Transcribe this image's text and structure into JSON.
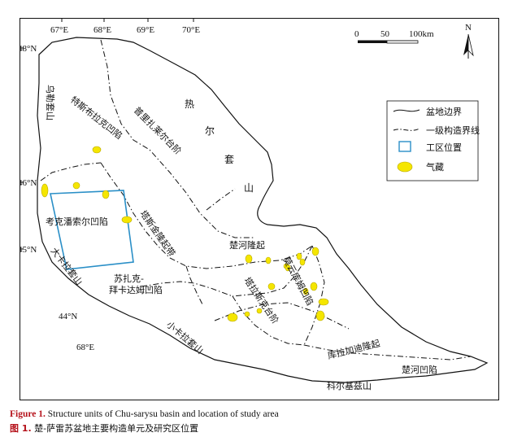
{
  "figure": {
    "caption_en_label": "Figure 1.",
    "caption_en_text": "Structure units of Chu-sarysu basin and location of study area",
    "caption_zh_label": "图 1.",
    "caption_zh_text": "楚-萨雷苏盆地主要构造单元及研究区位置"
  },
  "coords": {
    "lon_top": [
      "67°E",
      "68°E",
      "69°E",
      "70°E"
    ],
    "lon_bottom": "68°E",
    "lat": [
      "48°N",
      "46°N",
      "45°N",
      "44°N"
    ]
  },
  "north_arrow": "N",
  "scale_bar": {
    "t0": "0",
    "t1": "50",
    "t2": "100km"
  },
  "legend": {
    "items": [
      {
        "id": "basin-boundary",
        "label": "盆地边界"
      },
      {
        "id": "structural-boundary",
        "label": "一级构造界线"
      },
      {
        "id": "study-area",
        "label": "工区位置"
      },
      {
        "id": "gas-field",
        "label": "气藏"
      }
    ]
  },
  "colors": {
    "study_area": "#2a8fc7",
    "gas_field": "#f5e600",
    "gas_outline": "#b8a800",
    "caption_accent": "#b5121b"
  },
  "units": {
    "wulu": "乌勒套山",
    "tesibu": "特斯布拉克凹陷",
    "puli": "普里扎莱尔台阶",
    "reer": [
      "热",
      "尔",
      "套",
      "山"
    ],
    "kaoke": "考克潘索尔凹陷",
    "tasijin": "塔斯金隆起带",
    "dakala": "大卡拉套山",
    "suzhake1": "苏扎克-",
    "suzhake2": "拜卡达姆凹陷",
    "chuhe_up": "楚河隆起",
    "moyun": "莫云库姆凹陷",
    "talasi": "塔拉斯克台阶",
    "xiaokala": "小卡拉套山",
    "kulajia": "库拉加迪隆起",
    "chuhe_dep": "楚河凹陷",
    "keerji": "科尔基兹山"
  }
}
